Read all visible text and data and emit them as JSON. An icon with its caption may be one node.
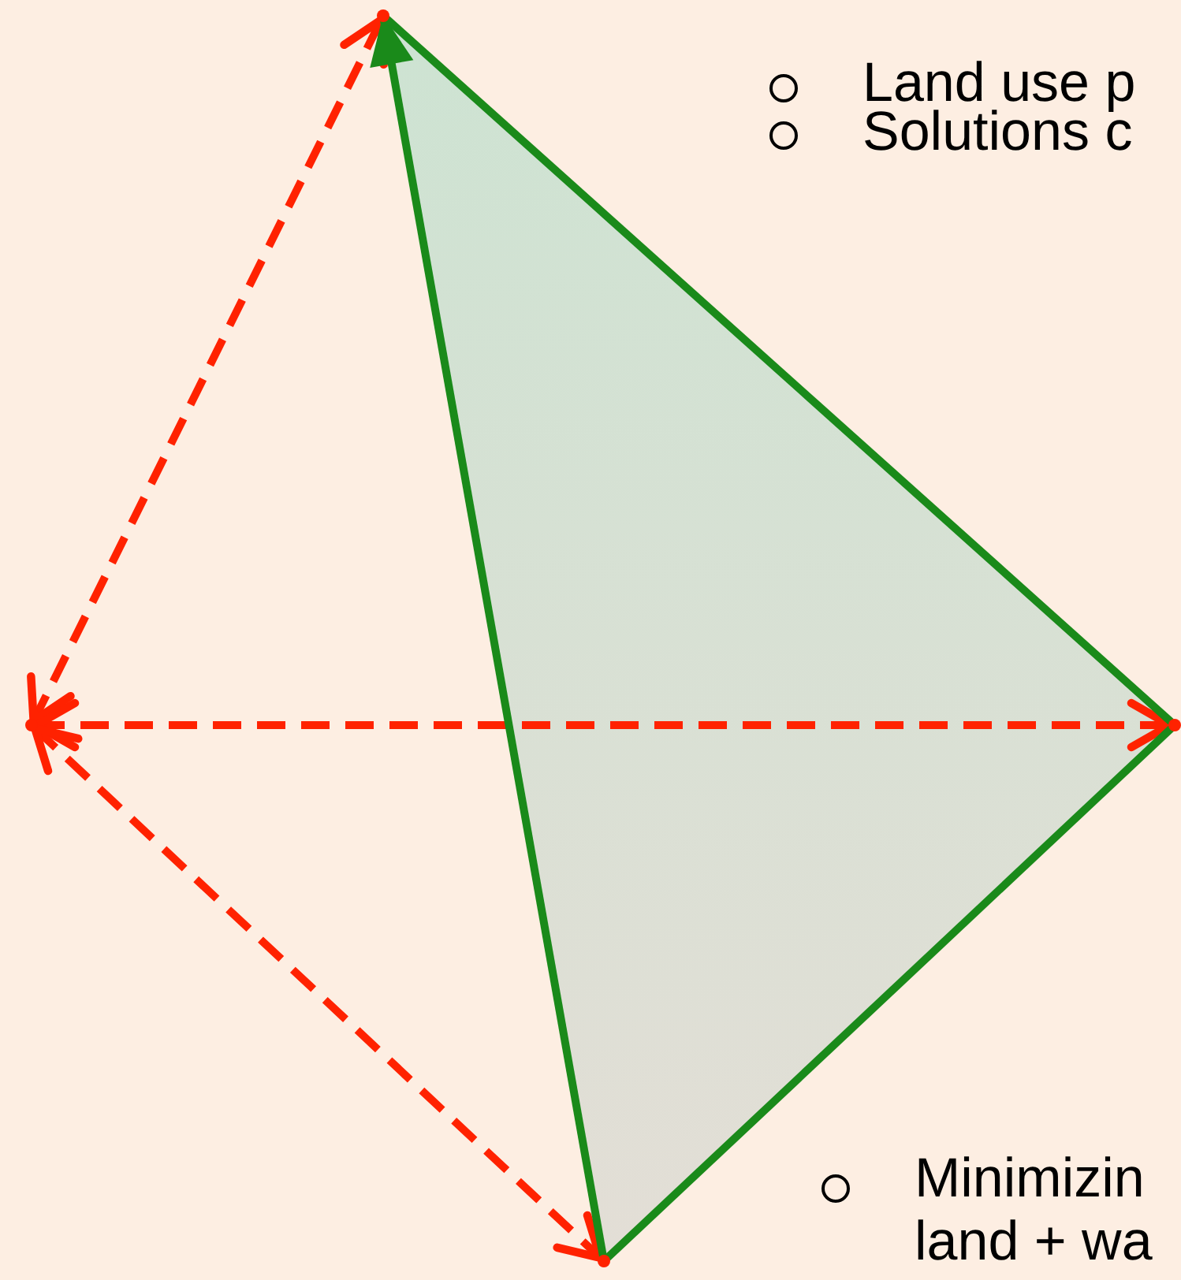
{
  "diagram": {
    "nodes": [
      {
        "text": [],
        "shape": "point"
      },
      {
        "text": [],
        "shape": "point"
      },
      {
        "text": [],
        "shape": "point"
      },
      {
        "text": [],
        "shape": "point"
      }
    ],
    "edges": [
      {
        "from": 1,
        "to": 0,
        "arrow": "both",
        "style": "dashed",
        "color": "#ff2200"
      },
      {
        "from": 1,
        "to": 2,
        "arrow": "both",
        "style": "dashed",
        "color": "#ff2200"
      },
      {
        "from": 1,
        "to": 3,
        "arrow": "both",
        "style": "dashed",
        "color": "#ff2200"
      },
      {
        "from": 3,
        "to": 0,
        "arrow": "to",
        "color": "#1a8a1a"
      },
      {
        "from": 0,
        "to": 2,
        "arrow": "none",
        "color": "#1a8a1a"
      },
      {
        "from": 2,
        "to": 3,
        "arrow": "none",
        "color": "#1a8a1a"
      }
    ],
    "labels": [
      "Land use p",
      "Solutions c",
      "Minimizin land + wa"
    ]
  }
}
